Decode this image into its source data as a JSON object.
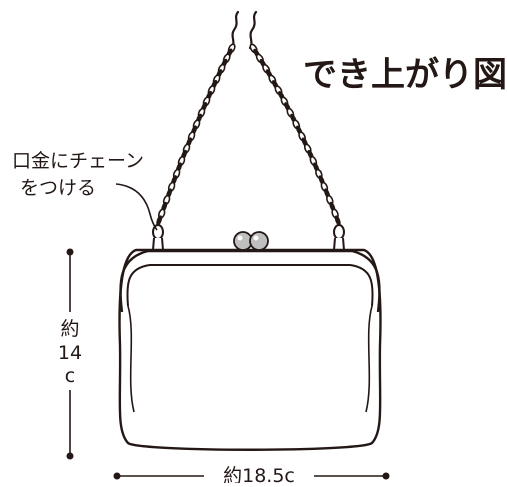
{
  "title": "でき上がり図",
  "callout": {
    "line1": "口金にチェーン",
    "line2": "をつける"
  },
  "dimensions": {
    "height": {
      "line1": "約",
      "line2": "14",
      "line3": "c"
    },
    "width": {
      "label": "約18.5c"
    }
  },
  "colors": {
    "ink": "#231815",
    "paper": "#ffffff"
  }
}
